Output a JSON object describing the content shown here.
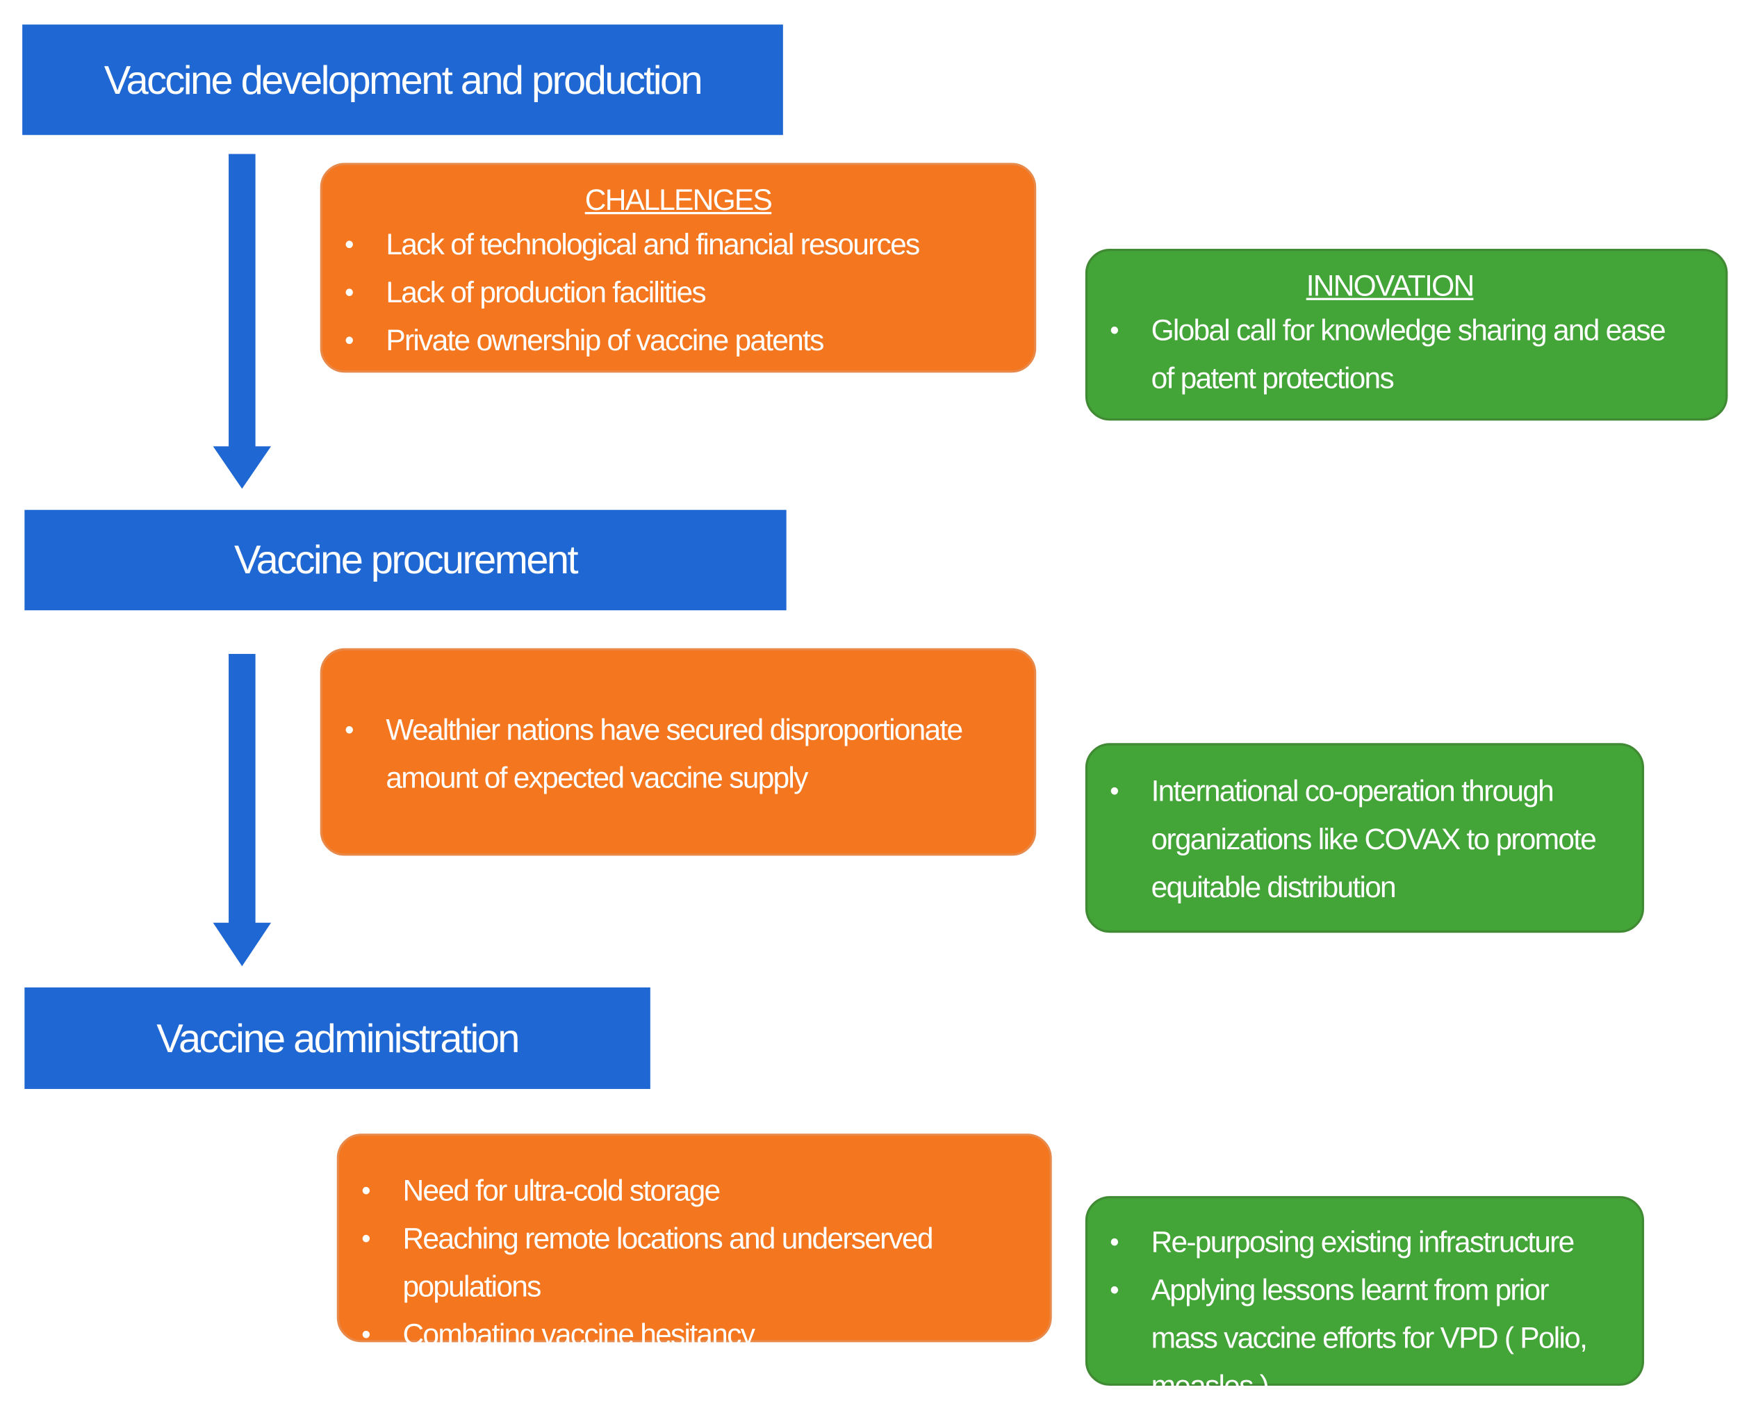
{
  "stages": [
    {
      "label": "Vaccine development and production"
    },
    {
      "label": "Vaccine procurement"
    },
    {
      "label": "Vaccine administration"
    }
  ],
  "challenges": [
    {
      "heading": "CHALLENGES",
      "items": [
        "Lack of technological and financial resources",
        "Lack of production facilities",
        "Private ownership of vaccine patents"
      ]
    },
    {
      "items": [
        "Wealthier nations have secured disproportionate amount of expected vaccine supply"
      ]
    },
    {
      "items": [
        "Need for ultra-cold storage",
        "Reaching remote locations and underserved populations",
        "Combating vaccine hesitancy"
      ]
    }
  ],
  "innovations": [
    {
      "heading": "INNOVATION",
      "items": [
        "Global call for knowledge sharing and ease of patent protections"
      ]
    },
    {
      "items": [
        "International co-operation through organizations like COVAX to promote equitable distribution"
      ]
    },
    {
      "items": [
        "Re-purposing existing infrastructure",
        "Applying lessons learnt from prior mass vaccine efforts for VPD ( Polio, measles )"
      ]
    }
  ],
  "bullet_glyph": "•",
  "colors": {
    "stage": "#1f67d2",
    "challenge": "#f4761e",
    "innovation": "#43a438",
    "text": "#ffffff"
  }
}
